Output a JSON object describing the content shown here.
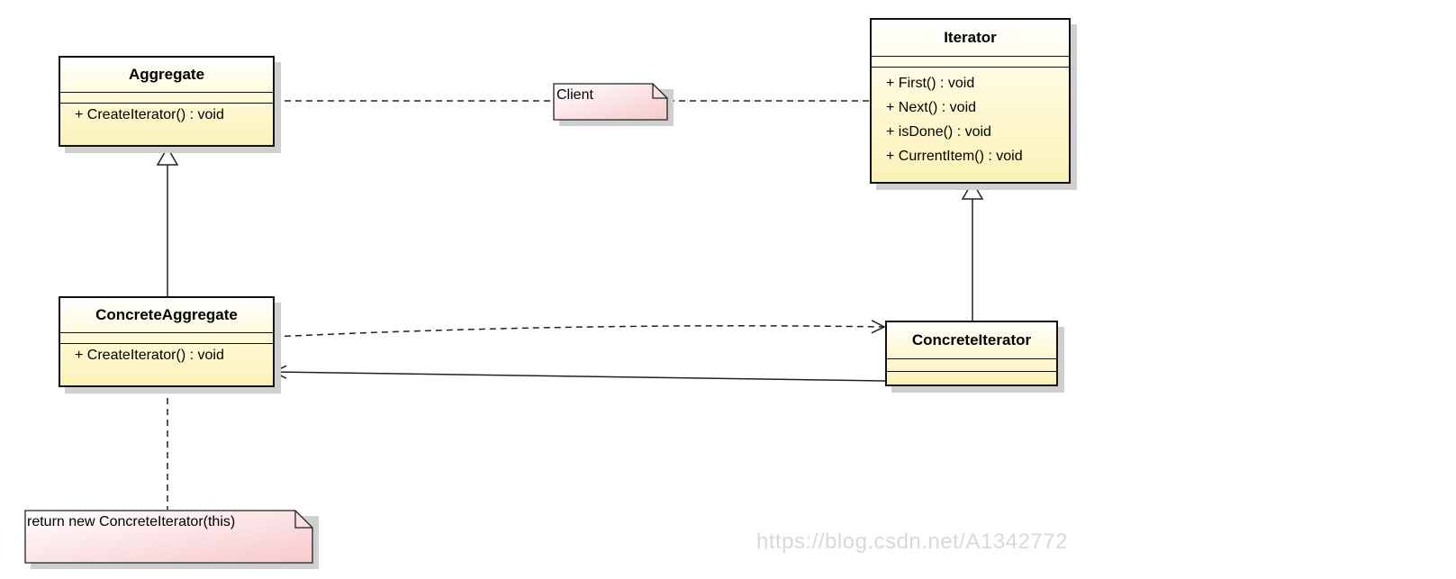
{
  "diagram": {
    "classes": {
      "aggregate": {
        "name": "Aggregate",
        "operations": [
          "+ CreateIterator() : void"
        ]
      },
      "iterator": {
        "name": "Iterator",
        "operations": [
          "+ First() : void",
          "+ Next() : void",
          "+ isDone() : void",
          "+ CurrentItem() : void"
        ]
      },
      "concrete_aggregate": {
        "name": "ConcreteAggregate",
        "operations": [
          "+ CreateIterator() : void"
        ]
      },
      "concrete_iterator": {
        "name": "ConcreteIterator",
        "operations": []
      }
    },
    "notes": {
      "client": "Client",
      "create_iterator_impl": "return new ConcreteIterator(this)"
    },
    "watermark": "https://blog.csdn.net/A1342772"
  }
}
